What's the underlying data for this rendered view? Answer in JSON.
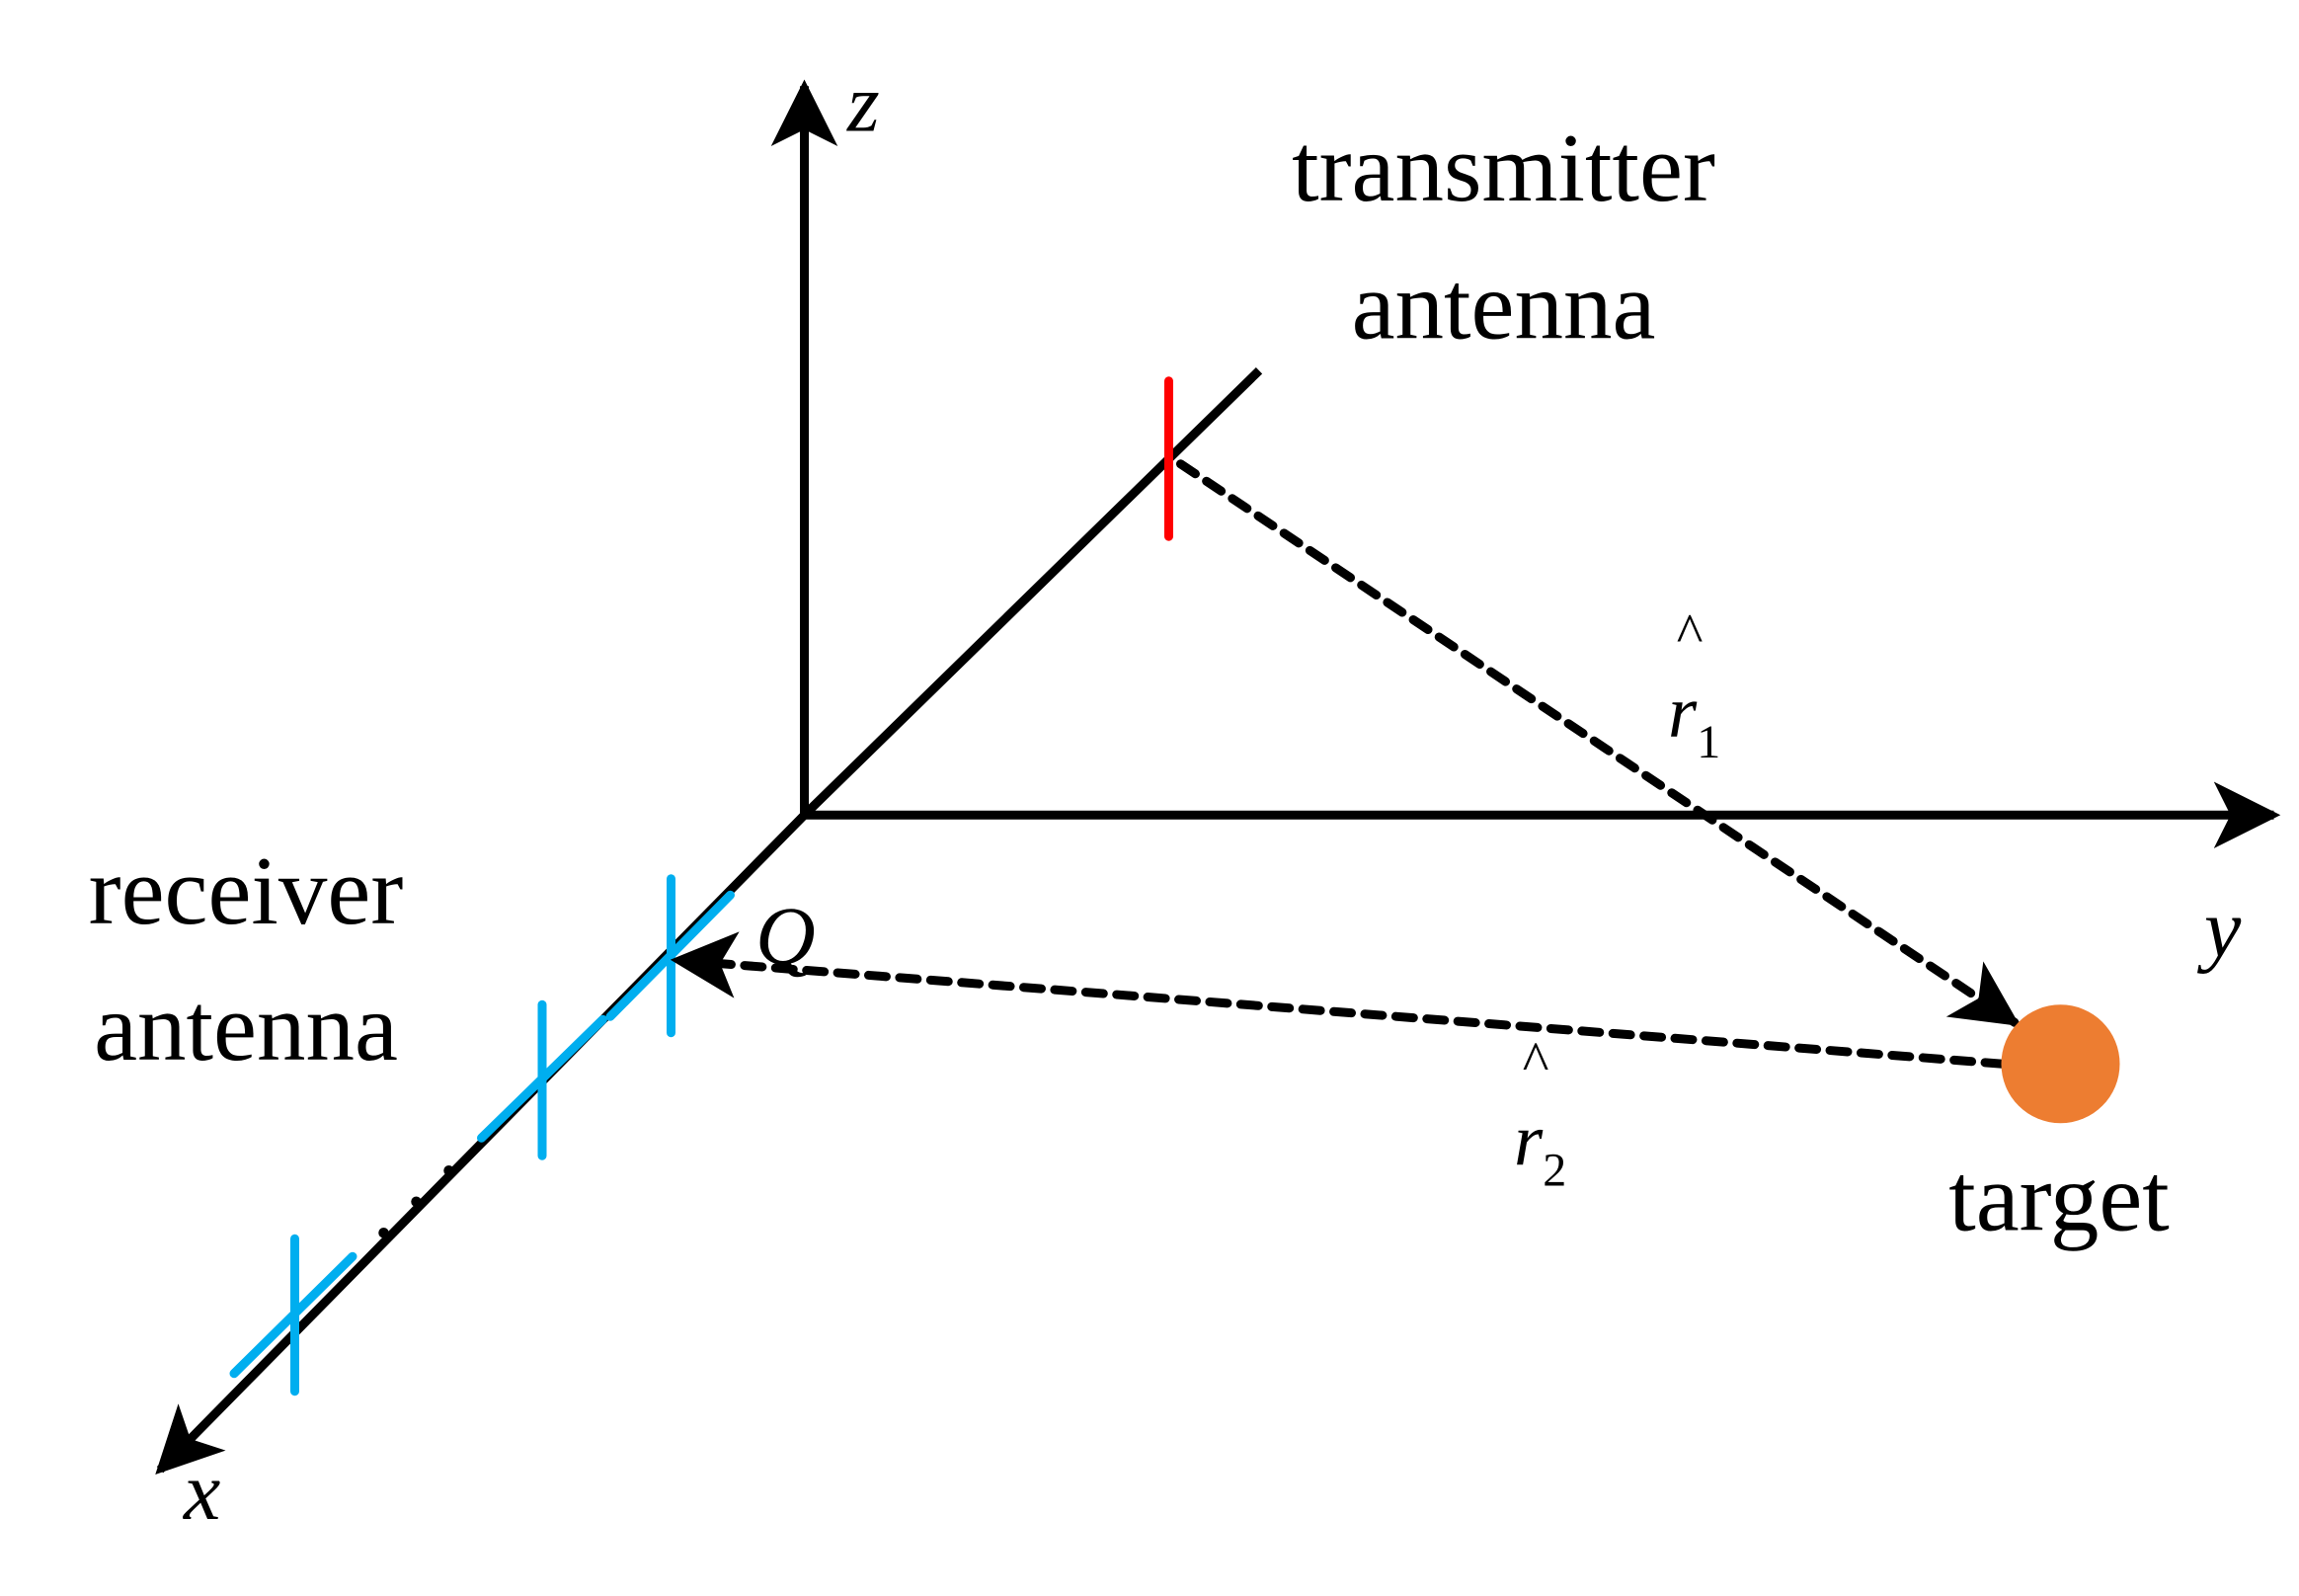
{
  "axes": {
    "x": "x",
    "y": "y",
    "z": "z"
  },
  "origin_label": "Q",
  "labels": {
    "transmitter_line1": "transmitter",
    "transmitter_line2": "antenna",
    "receiver_line1": "receiver",
    "receiver_line2": "antenna",
    "target": "target"
  },
  "vectors": {
    "r1": {
      "symbol": "r",
      "hat": "^",
      "subscript": "1"
    },
    "r2": {
      "symbol": "r",
      "hat": "^",
      "subscript": "2"
    }
  },
  "colors": {
    "axis": "#000000",
    "transmitter": "#ff0000",
    "receiver": "#00aeef",
    "target": "#ed7d31"
  }
}
